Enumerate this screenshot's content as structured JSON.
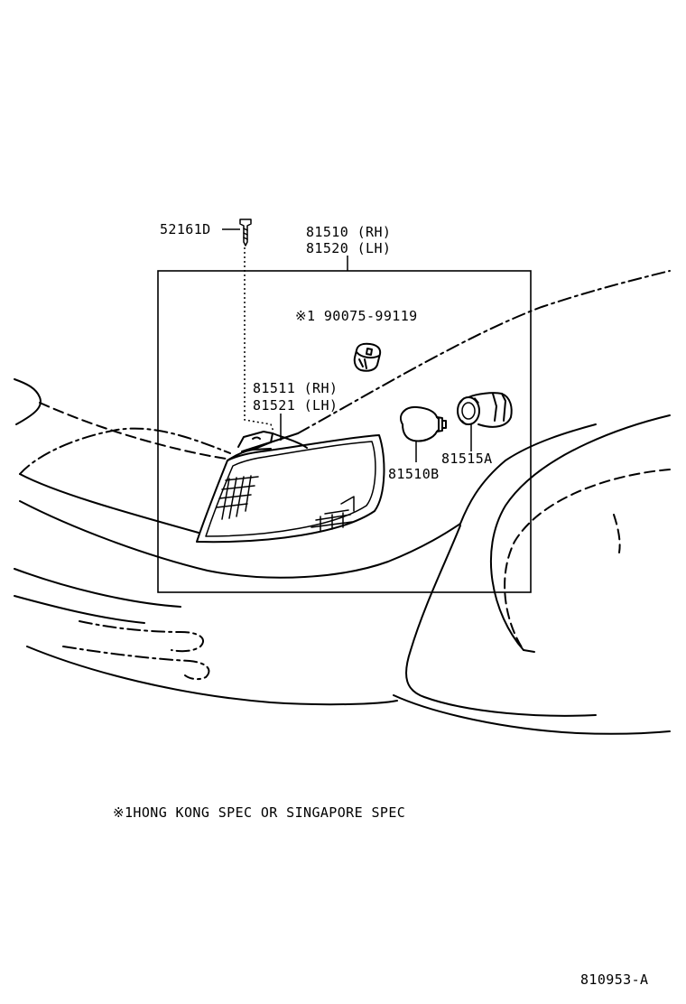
{
  "parts": {
    "screw": "52161D",
    "assembly_rh": "81510 (RH)",
    "assembly_lh": "81520 (LH)",
    "socket_note": "※1 90075-99119",
    "lens_rh": "81511 (RH)",
    "lens_lh": "81521 (LH)",
    "bulb": "81510B",
    "bulb_socket": "81515A"
  },
  "footnote": "※1HONG KONG SPEC OR SINGAPORE SPEC",
  "diagram_id": "810953-A"
}
